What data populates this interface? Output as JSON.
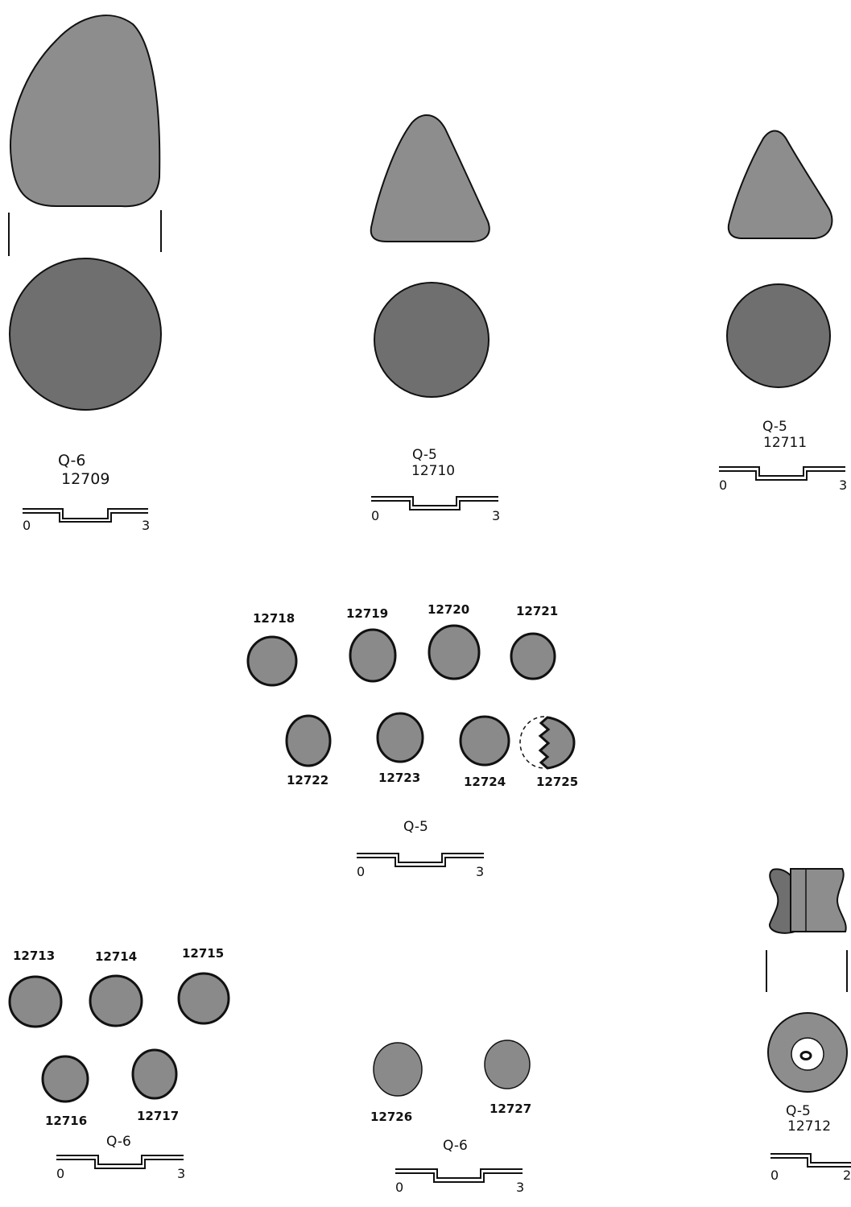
{
  "colors": {
    "profile_fill": "#8d8d8d",
    "plan_fill": "#6f6f6f",
    "bead_fill": "#8a8a8a",
    "outline": "#111111"
  },
  "objects": {
    "o12709": {
      "site": "Q-6",
      "catalog": "12709"
    },
    "o12710": {
      "site": "Q-5",
      "catalog": "12710"
    },
    "o12711": {
      "site": "Q-5",
      "catalog": "12711"
    },
    "o12712": {
      "site": "Q-5",
      "catalog": "12712"
    }
  },
  "group_q5": {
    "site": "Q-5",
    "beads": [
      "12718",
      "12719",
      "12720",
      "12721",
      "12722",
      "12723",
      "12724",
      "12725"
    ]
  },
  "group_q6_left": {
    "site": "Q-6",
    "beads": [
      "12713",
      "12714",
      "12715",
      "12716",
      "12717"
    ]
  },
  "group_q6_mid": {
    "site": "Q-6",
    "beads": [
      "12726",
      "12727"
    ]
  },
  "scales": {
    "cm3": {
      "start": "0",
      "end": "3"
    },
    "cm2": {
      "start": "0",
      "end": "2"
    }
  }
}
